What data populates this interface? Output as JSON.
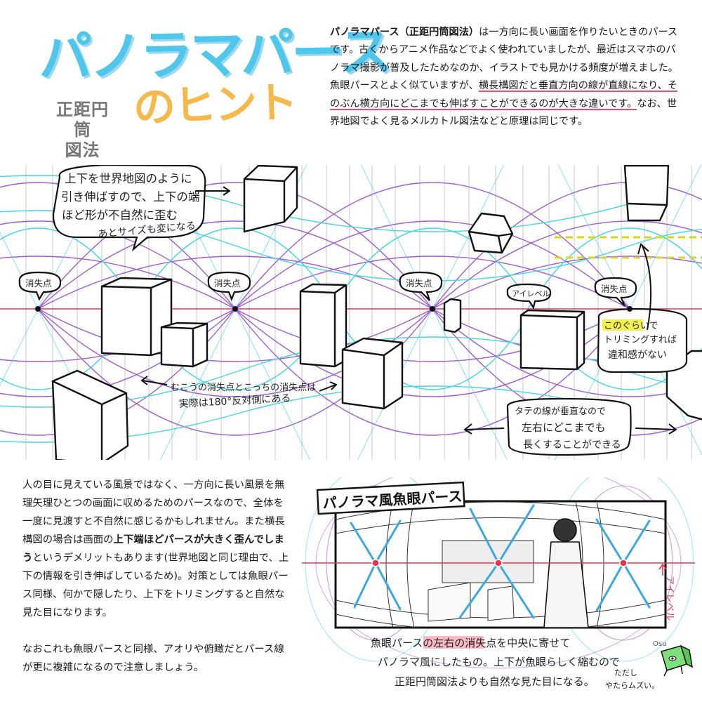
{
  "title": {
    "main": "パノラマパース",
    "sub_line1": "正距円筒",
    "sub_line2": "図法",
    "hint": "のヒント"
  },
  "intro": {
    "s1": "パノラマパース（正距円筒図法）",
    "s2": "は一方向に長い画面を作りたいときのパースです。古くからアニメ作品などでよく使われていましたが、最近はスマホのパノラマ撮影が普及したためなのか、イラストでも見かける頻度が増えました。魚眼パースとよく似ていますが、",
    "s3": "横長構図だと垂直方向の線が直線になり、そのぶん横方向にどこまでも伸ばすことができるのが大きな違いです。",
    "s4": "なお、世界地図でよく見るメルカトル図法などと原理は同じです。"
  },
  "diagram": {
    "note_top_line1": "上下を世界地図のように",
    "note_top_line2": "引き伸ばすので、上下の端",
    "note_top_line3": "ほど形が不自然に歪む",
    "note_top_line4": "あとサイズも変になる",
    "vp_label": "消失点",
    "eyelevel_label": "アイレベル",
    "note_opposite_line1": "むこうの消失点とこっちの消失点は",
    "note_opposite_line2": "実際は180°反対側にある",
    "note_trim_line1a": "このぐらい",
    "note_trim_line1b": "で",
    "note_trim_line2": "トリミングすれば",
    "note_trim_line3": "違和感がない",
    "note_vertical_line1": "タテの線が垂直なので",
    "note_vertical_line2": "左右にどこまでも",
    "note_vertical_line3": "長くすることができる"
  },
  "body": {
    "p1a": "人の目に見えている風景ではなく、一方向に長い風景を無理矢理ひとつの画面に収めるためのパースなので、全体を一度に見渡すと不自然に感じるかもしれません。また横長構図の場合は画面の",
    "p1b": "上下端ほどパースが大きく歪んでしまう",
    "p1c": "というデメリットもあります(世界地図と同じ理由で、上下の情報を引き伸ばしているため)。対策としては魚眼パース同様、何かで隠したり、上下をトリミングすると自然な見た目になります。",
    "p2": "なおこれも魚眼パースと同様、アオリや俯瞰だとパース線が更に複雑になるので注意しましょう。"
  },
  "fisheye": {
    "title": "パノラマ風魚眼パース",
    "eyelevel_label": "アイレベル",
    "note_line1a": "魚眼パースの",
    "note_line1b": "左右の消失点",
    "note_line1c": "を中央に寄せて",
    "note_line2": "パノラマ風にしたもの。上下が魚眼らしく縮むので",
    "note_line3": "正距円筒図法よりも自然な見た目になる。",
    "note_side_line1": "ただし",
    "note_side_line2": "やたらムズい。",
    "signature": "Osu"
  },
  "colors": {
    "title_blue": "#4fc6ec",
    "hint_orange": "#f7b84a",
    "eyelevel_red": "#e8344a",
    "cyan_lines": "#3fd6e8",
    "purple_lines": "#a05ad6",
    "highlight_yellow": "#f3ef3a",
    "highlight_pink": "#f7a9b8",
    "arrow_blue": "#3ba8e6",
    "mascot_green": "#7ee07c"
  },
  "icons": [
    "double-arrow-icon",
    "arrow-icon",
    "vanishing-point-dot-icon",
    "mascot-icon"
  ]
}
